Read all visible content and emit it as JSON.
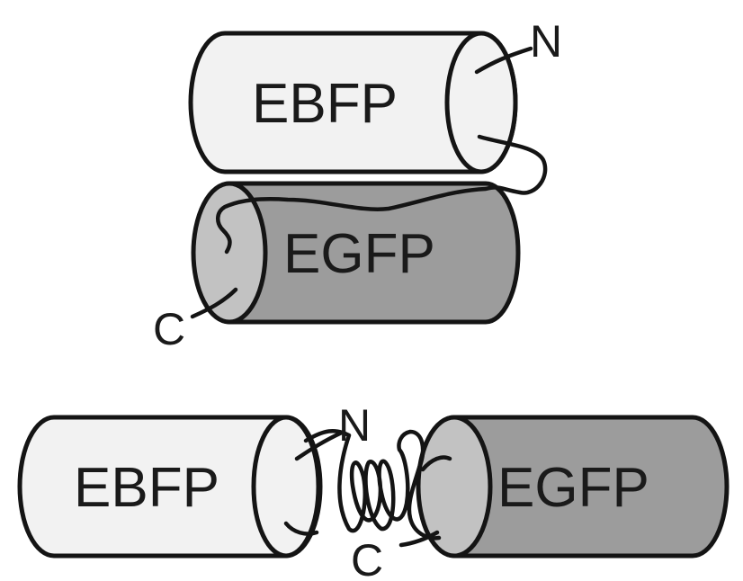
{
  "colors": {
    "ebfp_fill": "#f2f2f2",
    "egfp_body_fill": "#9c9c9c",
    "egfp_cap_fill": "#c2c2c2",
    "outline": "#141414"
  },
  "icons": {
    "barrel": "cylinder-icon",
    "linker": "peptide-linker-icon"
  },
  "top_construct": {
    "ebfp_label": "EBFP",
    "egfp_label": "EGFP",
    "n_terminus": "N",
    "c_terminus": "C"
  },
  "bottom_construct": {
    "ebfp_label": "EBFP",
    "egfp_label": "EGFP",
    "n_terminus": "N",
    "c_terminus": "C"
  }
}
